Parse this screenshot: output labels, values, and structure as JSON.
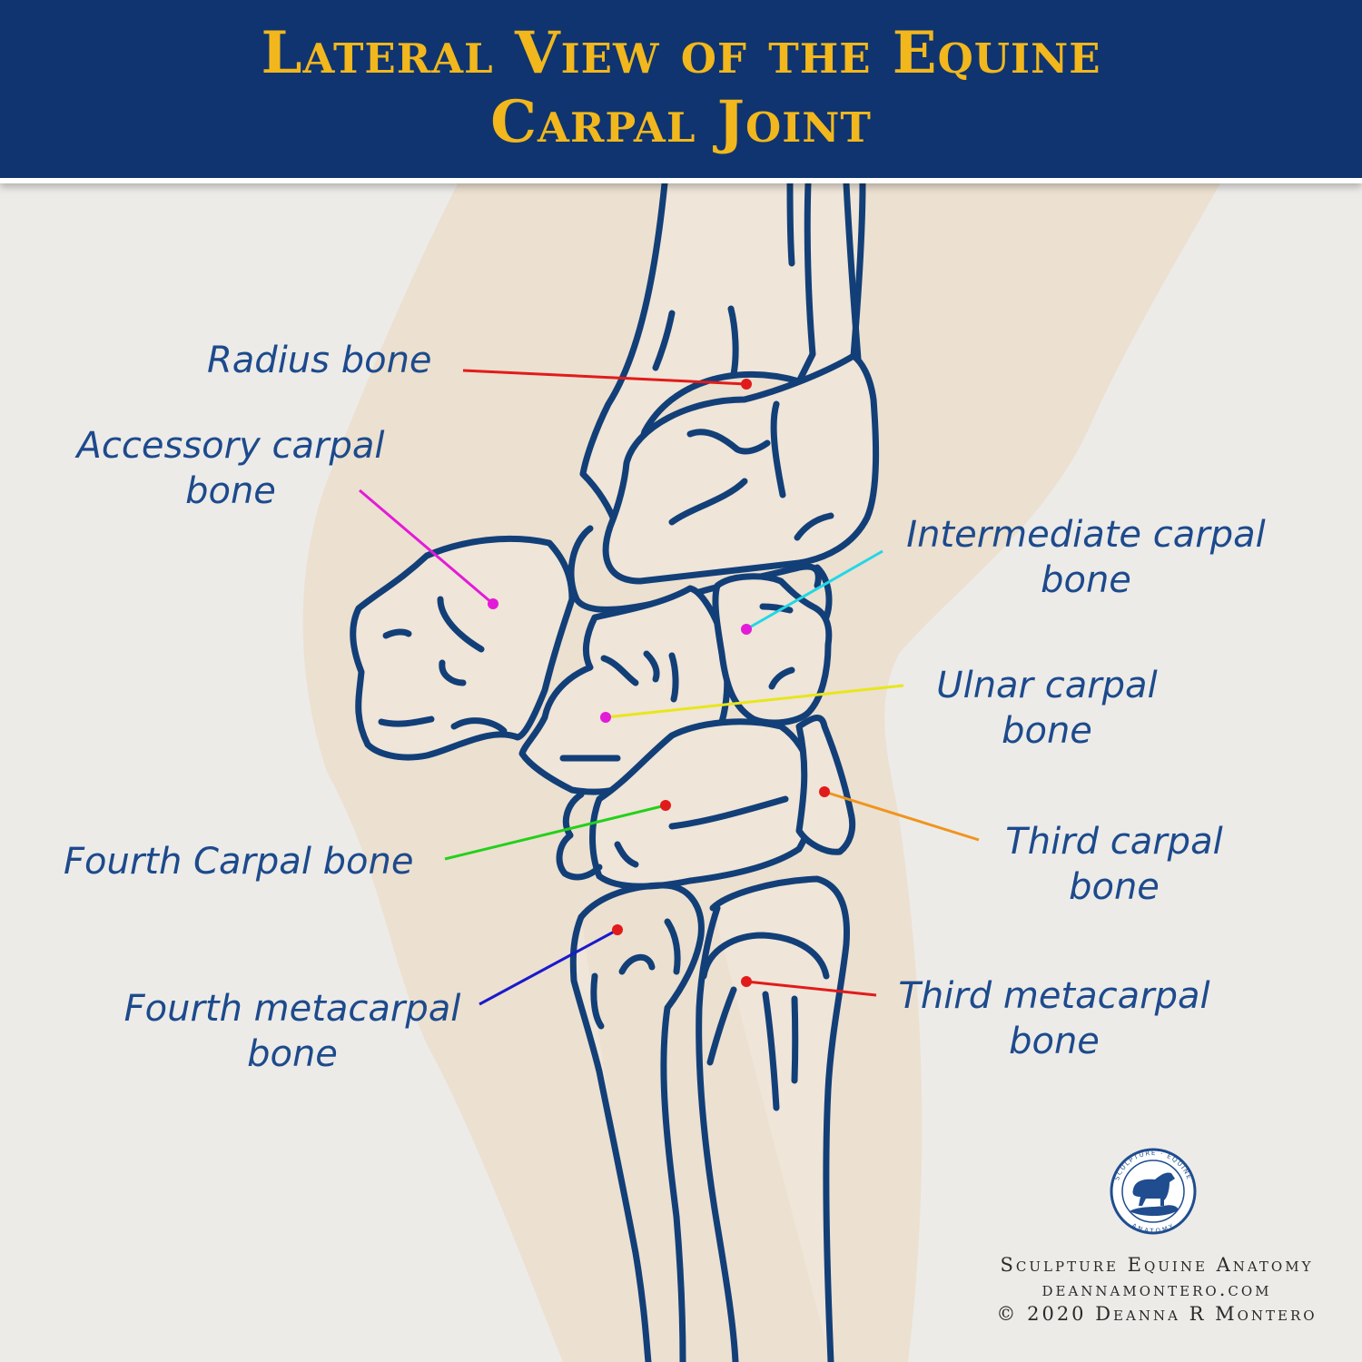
{
  "header": {
    "title_line1": "Lateral View of the Equine",
    "title_line2": "Carpal Joint"
  },
  "labels": {
    "radius": [
      "Radius bone"
    ],
    "accessory": [
      "Accessory carpal",
      "bone"
    ],
    "intermediate": [
      "Intermediate carpal",
      "bone"
    ],
    "ulnar": [
      "Ulnar carpal",
      "bone"
    ],
    "fourth_carpal": [
      "Fourth Carpal bone"
    ],
    "third_carpal": [
      "Third carpal",
      "bone"
    ],
    "fourth_metacarpal": [
      "Fourth metacarpal",
      "bone"
    ],
    "third_metacarpal": [
      "Third metacarpal",
      "bone"
    ]
  },
  "leader_colors": {
    "radius": "#e11b1b",
    "accessory": "#e41ad9",
    "intermediate": "#22d7e6",
    "ulnar": "#e8e61a",
    "ulnar_dot": "#e41ad9",
    "fourth_carpal": "#22d11a",
    "fourth_carpal_dot": "#e11b1b",
    "third_carpal": "#f0941e",
    "third_carpal_dot": "#e11b1b",
    "fourth_metacarpal": "#1a1acb",
    "fourth_metacarpal_dot": "#e11b1b",
    "third_metacarpal": "#e11b1b"
  },
  "colors": {
    "bone_outline": "#123f78",
    "bone_fill": "#efe5d8",
    "limb_silhouette": "#ece0d0",
    "header_bg": "#0f3470",
    "title_gold": "#f1b71c"
  },
  "logo": {
    "ring_text_top": "SCULPTURE · EQUINE",
    "ring_text_bottom": "ANATOMY",
    "icon": "horse-on-hand-icon"
  },
  "credit": {
    "line1": "Sculpture Equine Anatomy",
    "line2": "deannamontero.com",
    "line3": "© 2020 Deanna R Montero"
  }
}
